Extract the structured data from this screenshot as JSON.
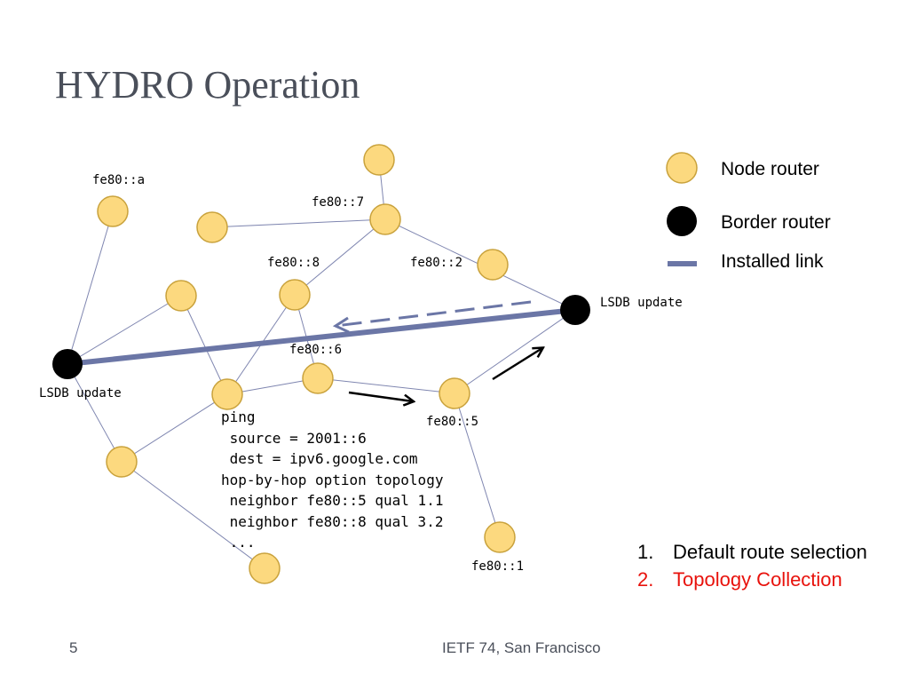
{
  "title": "HYDRO Operation",
  "node_labels": {
    "a": "fe80::a",
    "n7": "fe80::7",
    "n8": "fe80::8",
    "n2": "fe80::2",
    "n6": "fe80::6",
    "n5": "fe80::5",
    "n1": "fe80::1",
    "lsdb_right": "LSDB update",
    "lsdb_left": "LSDB update"
  },
  "packet_lines": [
    "ping",
    " source = 2001::6",
    " dest = ipv6.google.com",
    "hop-by-hop option topology",
    " neighbor fe80::5 qual 1.1",
    " neighbor fe80::8 qual 3.2",
    " ..."
  ],
  "legend": {
    "node_router": "Node router",
    "border_router": "Border router",
    "installed_link": "Installed link"
  },
  "steps": [
    {
      "num": "1.",
      "text": "Default route selection"
    },
    {
      "num": "2.",
      "text": "Topology Collection"
    }
  ],
  "footer": {
    "page": "5",
    "venue": "IETF 74, San Francisco"
  },
  "colors": {
    "node_fill": "#fcd97f",
    "node_stroke": "#c9a23c",
    "border_router": "#000000",
    "link": "#7f86b0",
    "installed_link": "#6b76a6",
    "highlight": "#e8120c"
  }
}
